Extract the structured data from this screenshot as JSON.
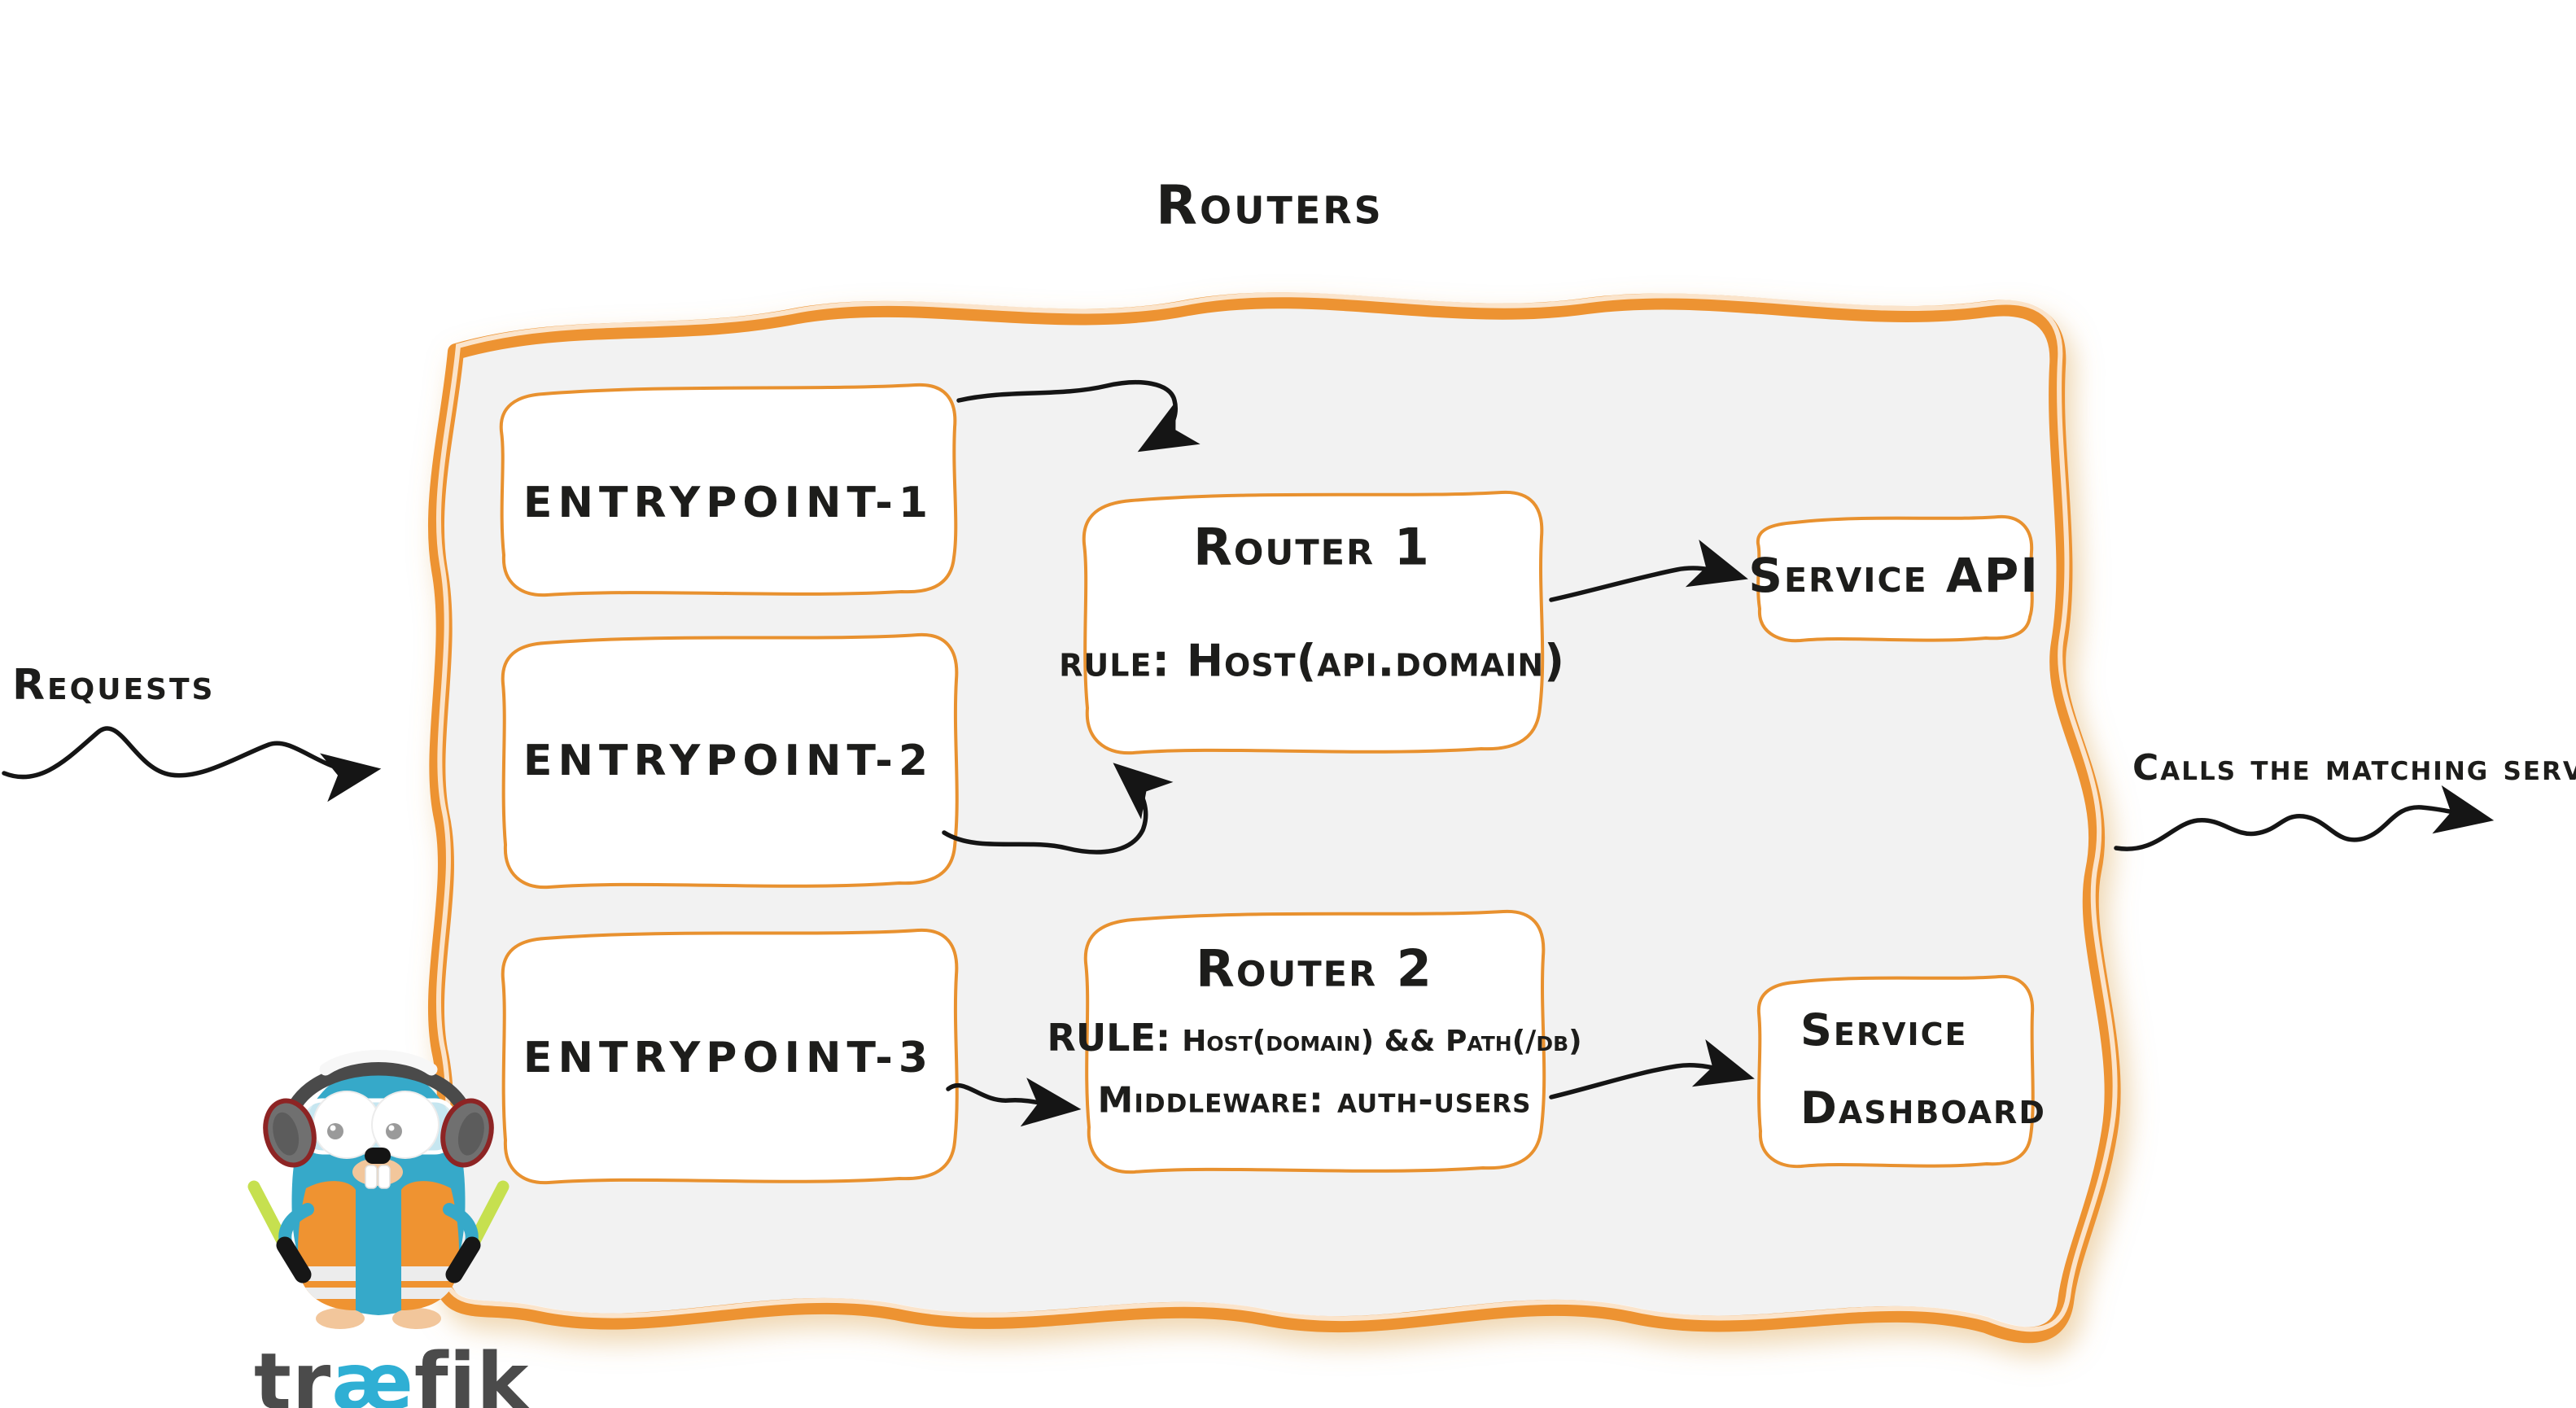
{
  "diagram": {
    "title": "Routers",
    "labels": {
      "requests": "Requests",
      "calls": "Calls the matching server"
    },
    "entrypoints": [
      {
        "label": "entrypoint-1"
      },
      {
        "label": "entrypoint-2"
      },
      {
        "label": "entrypoint-3"
      }
    ],
    "routers": [
      {
        "title": "Router 1",
        "rule_label": "rule:",
        "rule_value": "Host(api.domain)"
      },
      {
        "title": "Router 2",
        "rule_label": "RULE:",
        "rule_value": "Host(domain) && Path(/db)",
        "middleware_label": "Middleware:",
        "middleware_value": "auth-users"
      }
    ],
    "services": [
      {
        "line1": "Service API",
        "line2": ""
      },
      {
        "line1": "Service",
        "line2": "Dashboard"
      }
    ],
    "logo": {
      "part1": "tr",
      "part2": "æ",
      "part3": "fik"
    },
    "icons": {
      "mascot": "traefik-gopher-mascot"
    },
    "colors": {
      "accent_orange": "#ED9331",
      "box_border_orange": "#E8912F",
      "container_fill": "#F2F2F2",
      "ink": "#1A1A1A",
      "logo_blue": "#2FAFD4",
      "logo_gray": "#4B4B4B",
      "gopher_blue": "#36A9C9",
      "vest_orange": "#EF9331",
      "glowstick_green": "#C6E04F"
    }
  }
}
